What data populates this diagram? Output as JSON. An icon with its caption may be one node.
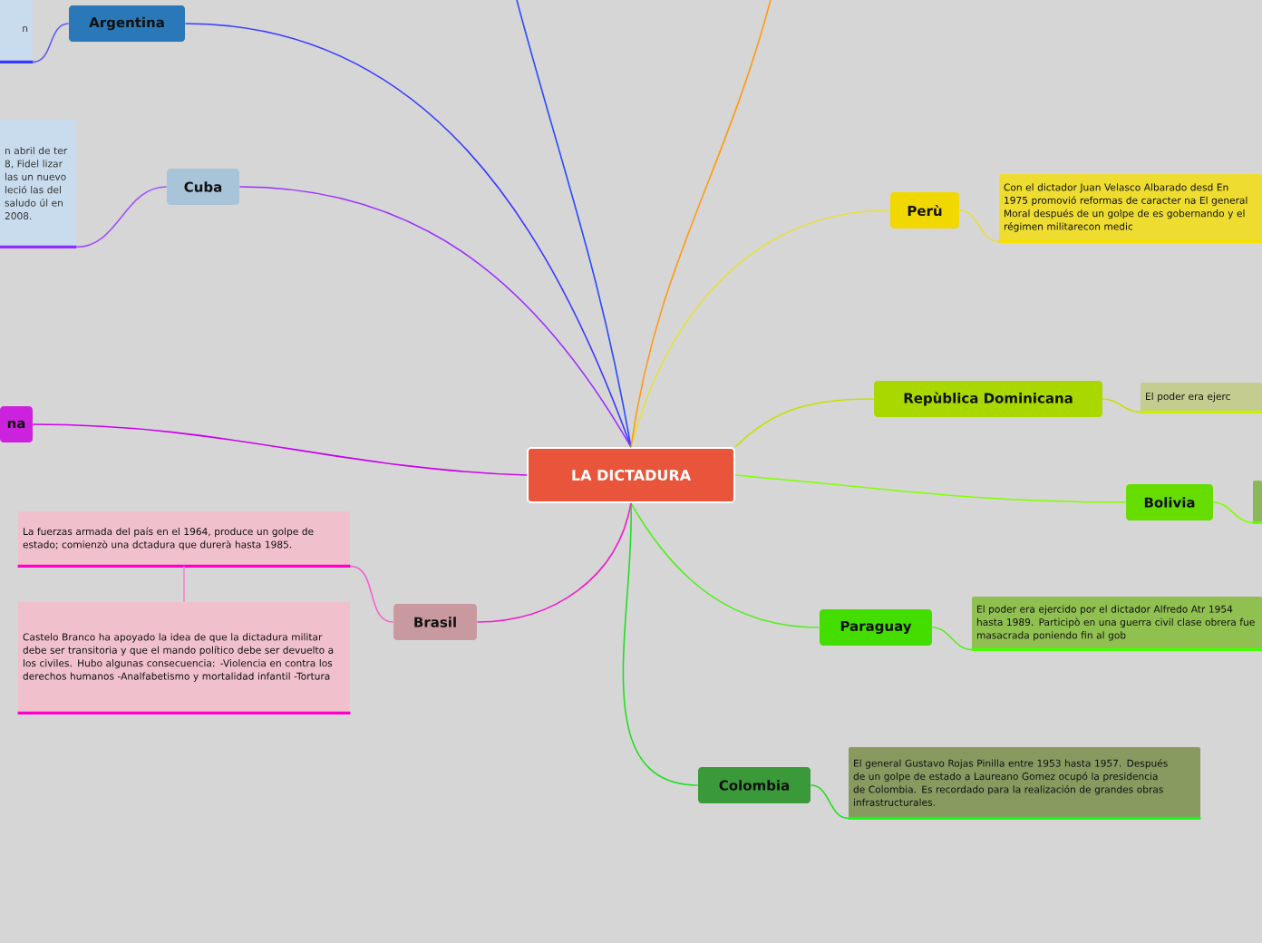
{
  "diagram": {
    "nodes": [
      {
        "text": [
          "LA DICTADURA"
        ]
      },
      {
        "text": [
          "Argentina"
        ]
      },
      {
        "text": [
          "n"
        ]
      },
      {
        "text": [
          "Cuba"
        ]
      },
      {
        "text": [
          "n abril de ter 8, Fidel lizar las un nuevo leció las del saludo úl en 2008."
        ]
      },
      {
        "text": [
          "na"
        ]
      },
      {
        "text": [
          "Perù"
        ]
      },
      {
        "text": [
          "Con el dictador Juan Velasco Albarado desd En 1975 promovió reformas de caracter na El general Moral después de un golpe de es gobernando y el régimen militarecon medic"
        ]
      },
      {
        "text": [
          "Repùblica Dominicana"
        ]
      },
      {
        "text": [
          "El poder era ejerc"
        ]
      },
      {
        "text": [
          "Bolivia"
        ]
      },
      {
        "text": [],
        "shape": "box"
      },
      {
        "text": [
          "Paraguay"
        ]
      },
      {
        "text": [
          "El poder era ejercido por el dictador Alfredo Atr 1954 hasta 1989. Participò en una guerra civil clase obrera fue masacrada poniendo fin al gob"
        ]
      },
      {
        "text": [
          "Colombia"
        ]
      },
      {
        "text": [
          "El general Gustavo Rojas Pinilla entre 1953 hasta 1957. Después de un golpe de estado a Laureano Gomez ocupó la presidencia de Colombia. Es recordado para la realización de grandes obras infrastructurales."
        ]
      },
      {
        "text": [
          "Brasil"
        ]
      },
      {
        "text": [
          "La fuerzas armada del país en el 1964, produce un golpe de estado; comienzò una dctadura que durerà hasta 1985."
        ]
      },
      {
        "text": [
          "Castelo Branco ha apoyado la idea de que la dictadura militar debe ser transitoria y que el mando político debe ser devuelto a los civiles. Hubo algunas consecuencia: -Violencia en contra los derechos humanos -Analfabetismo y mortalidad infantil -Tortura"
        ]
      }
    ],
    "edges": [
      {
        "from": 0,
        "to": 1,
        "arrow": "none",
        "color": "#3b3bff"
      },
      {
        "from": 1,
        "to": 2,
        "arrow": "none",
        "color": "#5a5aff"
      },
      {
        "from": 0,
        "to": 3,
        "arrow": "none",
        "color": "#9b30ff"
      },
      {
        "from": 3,
        "to": 4,
        "arrow": "none",
        "color": "#a050ff"
      },
      {
        "from": 0,
        "to": 5,
        "arrow": "none",
        "color": "#cc00ee"
      },
      {
        "from": 0,
        "to": 6,
        "arrow": "none",
        "color": "#e6e040"
      },
      {
        "from": 6,
        "to": 7,
        "arrow": "none",
        "color": "#e6e040"
      },
      {
        "from": 0,
        "to": 8,
        "arrow": "none",
        "color": "#c8e000"
      },
      {
        "from": 8,
        "to": 9,
        "arrow": "none",
        "color": "#c8e000"
      },
      {
        "from": 0,
        "to": 10,
        "arrow": "none",
        "color": "#80ff00"
      },
      {
        "from": 10,
        "to": 11,
        "arrow": "none",
        "color": "#80ff00"
      },
      {
        "from": 0,
        "to": 12,
        "arrow": "none",
        "color": "#55ee22"
      },
      {
        "from": 12,
        "to": 13,
        "arrow": "none",
        "color": "#55ee22"
      },
      {
        "from": 0,
        "to": 14,
        "arrow": "none",
        "color": "#22dd22"
      },
      {
        "from": 14,
        "to": 15,
        "arrow": "none",
        "color": "#22dd22"
      },
      {
        "from": 0,
        "to": 16,
        "arrow": "none",
        "color": "#ee22cc"
      },
      {
        "from": 16,
        "to": 17,
        "arrow": "none",
        "color": "#ee66cc"
      },
      {
        "from": 17,
        "to": 18,
        "arrow": "none",
        "color": "#ee88cc"
      },
      {
        "from": 0,
        "to": null,
        "arrow": "none",
        "color": "#2a4aff"
      },
      {
        "from": 0,
        "to": null,
        "arrow": "none",
        "color": "#ff9a10"
      }
    ]
  }
}
